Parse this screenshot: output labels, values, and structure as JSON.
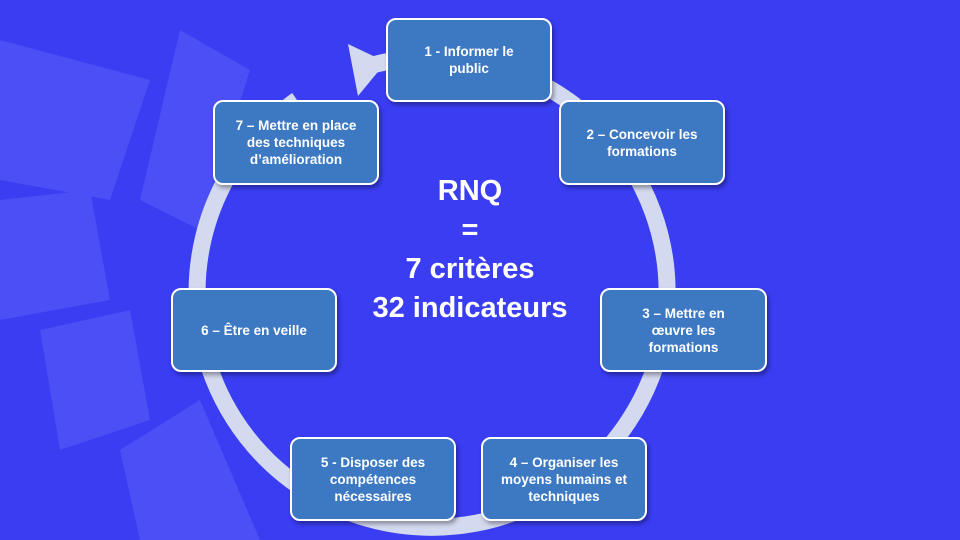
{
  "center": {
    "line1": "RNQ",
    "line2": "=",
    "line3": "7 critères",
    "line4": "32 indicateurs"
  },
  "steps": [
    {
      "label": "1 - Informer le public"
    },
    {
      "label": "2 – Concevoir  les formations"
    },
    {
      "label": "3 – Mettre en œuvre les formations"
    },
    {
      "label": "4 – Organiser les moyens humains  et techniques"
    },
    {
      "label": "5 - Disposer des compétences nécessaires"
    },
    {
      "label": "6 – Être en veille"
    },
    {
      "label": "7 – Mettre en place des techniques d’amélioration"
    }
  ],
  "colors": {
    "background": "#3a3df2",
    "box_fill": "#3d78c3",
    "box_border": "#ffffff",
    "cycle_ring": "#d3d9ef"
  }
}
